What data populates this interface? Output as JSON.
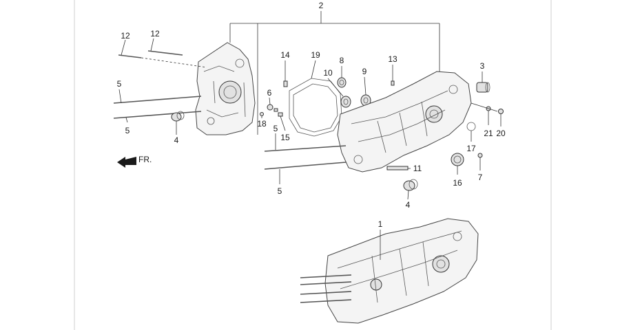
{
  "diagram": {
    "direction_label": "FR.",
    "callouts": [
      {
        "id": "label-1",
        "text": "1"
      },
      {
        "id": "label-2",
        "text": "2"
      },
      {
        "id": "label-3",
        "text": "3"
      },
      {
        "id": "label-4a",
        "text": "4"
      },
      {
        "id": "label-4b",
        "text": "4"
      },
      {
        "id": "label-5a",
        "text": "5"
      },
      {
        "id": "label-5b",
        "text": "5"
      },
      {
        "id": "label-5c",
        "text": "5"
      },
      {
        "id": "label-5d",
        "text": "5"
      },
      {
        "id": "label-6",
        "text": "6"
      },
      {
        "id": "label-7",
        "text": "7"
      },
      {
        "id": "label-8",
        "text": "8"
      },
      {
        "id": "label-9",
        "text": "9"
      },
      {
        "id": "label-10",
        "text": "10"
      },
      {
        "id": "label-11",
        "text": "11"
      },
      {
        "id": "label-12a",
        "text": "12"
      },
      {
        "id": "label-12b",
        "text": "12"
      },
      {
        "id": "label-13",
        "text": "13"
      },
      {
        "id": "label-14",
        "text": "14"
      },
      {
        "id": "label-15",
        "text": "15"
      },
      {
        "id": "label-16",
        "text": "16"
      },
      {
        "id": "label-17",
        "text": "17"
      },
      {
        "id": "label-18",
        "text": "18"
      },
      {
        "id": "label-19",
        "text": "19"
      },
      {
        "id": "label-20",
        "text": "20"
      },
      {
        "id": "label-21",
        "text": "21"
      }
    ]
  }
}
